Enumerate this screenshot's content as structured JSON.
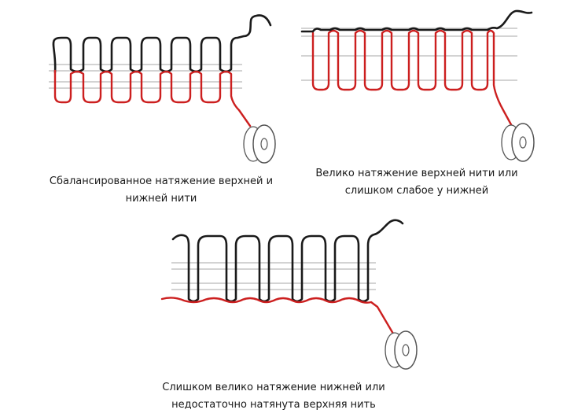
{
  "colors": {
    "upper_thread": "#1a1a1a",
    "lower_thread": "#cc1f1f",
    "fabric_lines": "#b9b9b9",
    "bobbin_outline": "#555555"
  },
  "panels": [
    {
      "id": "balanced",
      "caption_line1": "Сбалансированное натяжение верхней и",
      "caption_line2": "нижней нити"
    },
    {
      "id": "upper_too_tight",
      "caption_line1": "Велико натяжение верхней нити или",
      "caption_line2": "слишком слабое у нижней"
    },
    {
      "id": "lower_too_tight",
      "caption_line1": "Слишком велико натяжение нижней или",
      "caption_line2": "недостаточно натянута верхняя нить"
    }
  ]
}
